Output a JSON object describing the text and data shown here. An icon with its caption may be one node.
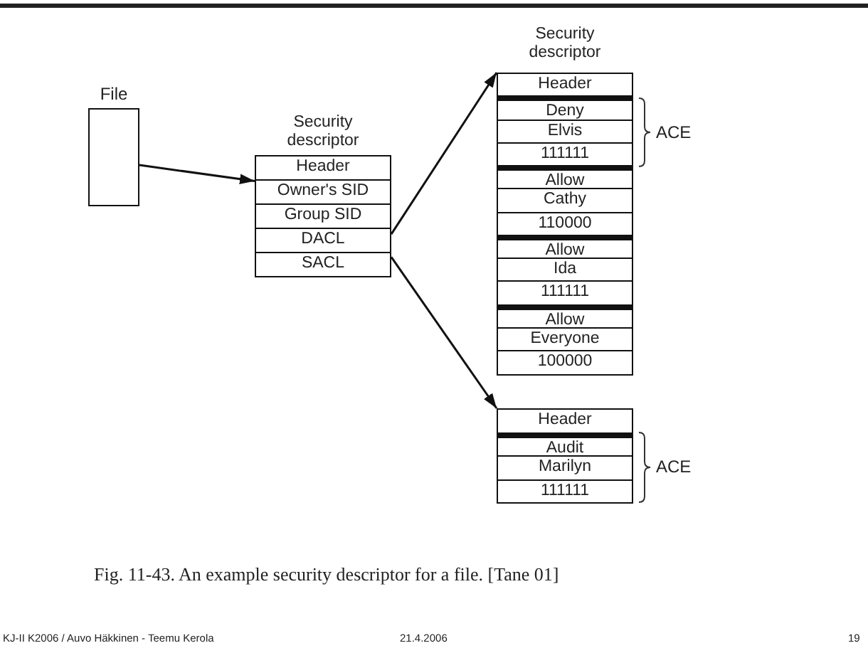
{
  "diagram": {
    "caption": "Fig. 11-43. An example security descriptor for a file. [Tane 01]",
    "nodes": [
      {
        "text": [
          "File"
        ]
      },
      {
        "text": [
          "Security descriptor"
        ]
      },
      {
        "text": [
          "Header"
        ],
        "in": 1
      },
      {
        "text": [
          "Owner's SID"
        ],
        "in": 1
      },
      {
        "text": [
          "Group SID"
        ],
        "in": 1
      },
      {
        "text": [
          "DACL"
        ],
        "in": 1
      },
      {
        "text": [
          "SACL"
        ],
        "in": 1
      },
      {
        "text": [
          "Security descriptor"
        ]
      },
      {
        "text": [
          "Header"
        ],
        "in": 7
      },
      {
        "text": [
          "Deny"
        ],
        "in": 7
      },
      {
        "text": [
          "Elvis"
        ],
        "in": 7
      },
      {
        "text": [
          "111111"
        ],
        "in": 7
      },
      {
        "text": [
          "Allow"
        ],
        "in": 7
      },
      {
        "text": [
          "Cathy"
        ],
        "in": 7
      },
      {
        "text": [
          "110000"
        ],
        "in": 7
      },
      {
        "text": [
          "Allow"
        ],
        "in": 7
      },
      {
        "text": [
          "Ida"
        ],
        "in": 7
      },
      {
        "text": [
          "111111"
        ],
        "in": 7
      },
      {
        "text": [
          "Allow"
        ],
        "in": 7
      },
      {
        "text": [
          "Everyone"
        ],
        "in": 7
      },
      {
        "text": [
          "100000"
        ],
        "in": 7
      },
      {
        "text": [
          "Header"
        ]
      },
      {
        "text": [
          "Audit"
        ]
      },
      {
        "text": [
          "Marilyn"
        ]
      },
      {
        "text": [
          "111111"
        ]
      }
    ],
    "edges": [
      {
        "from": 0,
        "to": 2,
        "arrow": "to"
      },
      {
        "from": 5,
        "to": 8,
        "arrow": "to"
      },
      {
        "from": 6,
        "to": 21,
        "arrow": "to"
      }
    ],
    "labels": [
      "ACE",
      "ACE",
      "KJ-II K2006 / Auvo Häkkinen - Teemu Kerola",
      "21.4.2006",
      "19"
    ]
  }
}
